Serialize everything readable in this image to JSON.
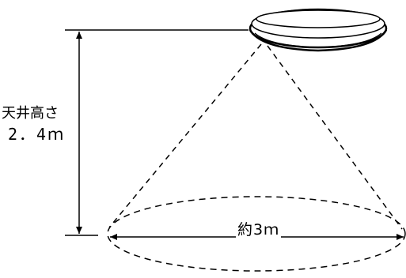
{
  "diagram": {
    "ceiling_height_label": "天井高さ",
    "ceiling_height_value": "2．4ｍ",
    "coverage_diameter_label": "約3ｍ"
  },
  "colors": {
    "line": "#000000",
    "background": "#ffffff",
    "fixture_fill": "#ffffff"
  }
}
